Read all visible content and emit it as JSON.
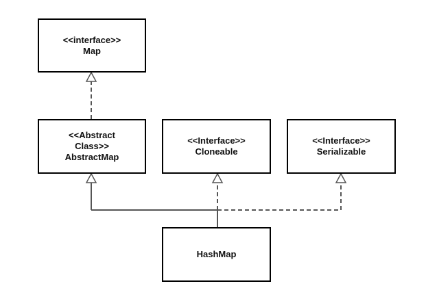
{
  "diagram": {
    "boxes": {
      "map": {
        "stereotype": "<<interface>>",
        "name": "Map"
      },
      "abstract_map": {
        "stereotype_line1": "<<Abstract",
        "stereotype_line2": "Class>>",
        "name": "AbstractMap"
      },
      "cloneable": {
        "stereotype": "<<Interface>>",
        "name": "Cloneable"
      },
      "serializable": {
        "stereotype": "<<Interface>>",
        "name": "Serializable"
      },
      "hashmap": {
        "name": "HashMap"
      }
    },
    "relations": [
      {
        "from": "AbstractMap",
        "to": "Map",
        "kind": "realization",
        "line": "dashed"
      },
      {
        "from": "HashMap",
        "to": "AbstractMap",
        "kind": "generalization",
        "line": "solid"
      },
      {
        "from": "HashMap",
        "to": "Cloneable",
        "kind": "realization",
        "line": "dashed"
      },
      {
        "from": "HashMap",
        "to": "Serializable",
        "kind": "realization",
        "line": "dashed"
      }
    ],
    "colors": {
      "box_border": "#000000",
      "box_text": "#111111",
      "connector": "#555555",
      "background": "#ffffff"
    }
  }
}
